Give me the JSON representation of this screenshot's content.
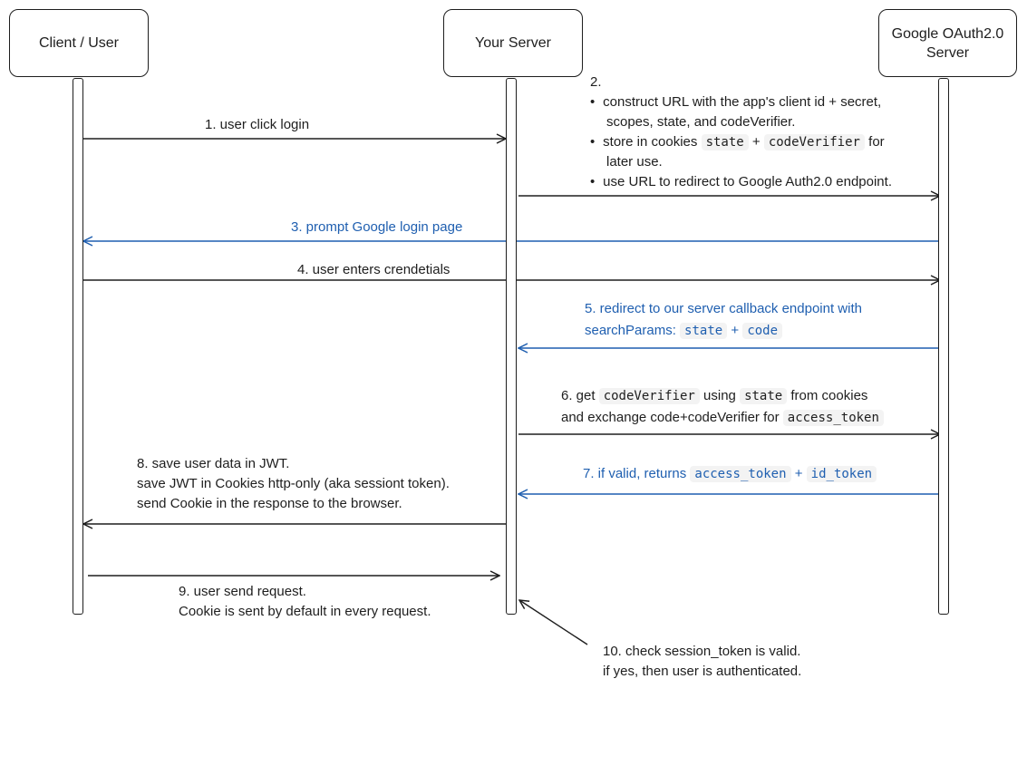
{
  "actors": {
    "client": "Client / User",
    "server": "Your Server",
    "google_line1": "Google OAuth2.0",
    "google_line2": "Server"
  },
  "colors": {
    "stroke": "#1e1e1e",
    "accent_blue": "#1f5fb0",
    "code_bg": "#f3f3f3"
  },
  "steps": {
    "s1": "1. user click login",
    "s2": {
      "num": "2.",
      "b1_l1": "construct URL with the app's client id + secret,",
      "b1_l2": "scopes, state, and codeVerifier.",
      "b2_pre": "store in cookies",
      "b2_code1": "state",
      "b2_plus": "+",
      "b2_code2": "codeVerifier",
      "b2_post": "for",
      "b2_l2": "later use.",
      "b3": "use URL to redirect to Google Auth2.0 endpoint."
    },
    "s3": "3.  prompt Google login page",
    "s4": "4. user enters crendetials",
    "s5": {
      "l1": "5. redirect to our server callback endpoint with",
      "l2_pre": "searchParams:",
      "code1": "state",
      "plus": "+",
      "code2": "code"
    },
    "s6": {
      "pre": "6. get",
      "code1": "codeVerifier",
      "mid": "using",
      "code2": "state",
      "post": "from cookies",
      "l2_pre": "and exchange code+codeVerifier for",
      "code3": "access_token"
    },
    "s7": {
      "pre": "7. if valid, returns",
      "code1": "access_token",
      "plus": "+",
      "code2": "id_token"
    },
    "s8": {
      "l1": "8. save user data in JWT.",
      "l2": "save JWT in Cookies http-only (aka sessiont token).",
      "l3": "send Cookie in the response to the browser."
    },
    "s9": {
      "l1": "9. user send request.",
      "l2": "Cookie is sent by default in every request."
    },
    "s10": {
      "l1": "10. check session_token is valid.",
      "l2": "if yes, then user is authenticated."
    }
  }
}
